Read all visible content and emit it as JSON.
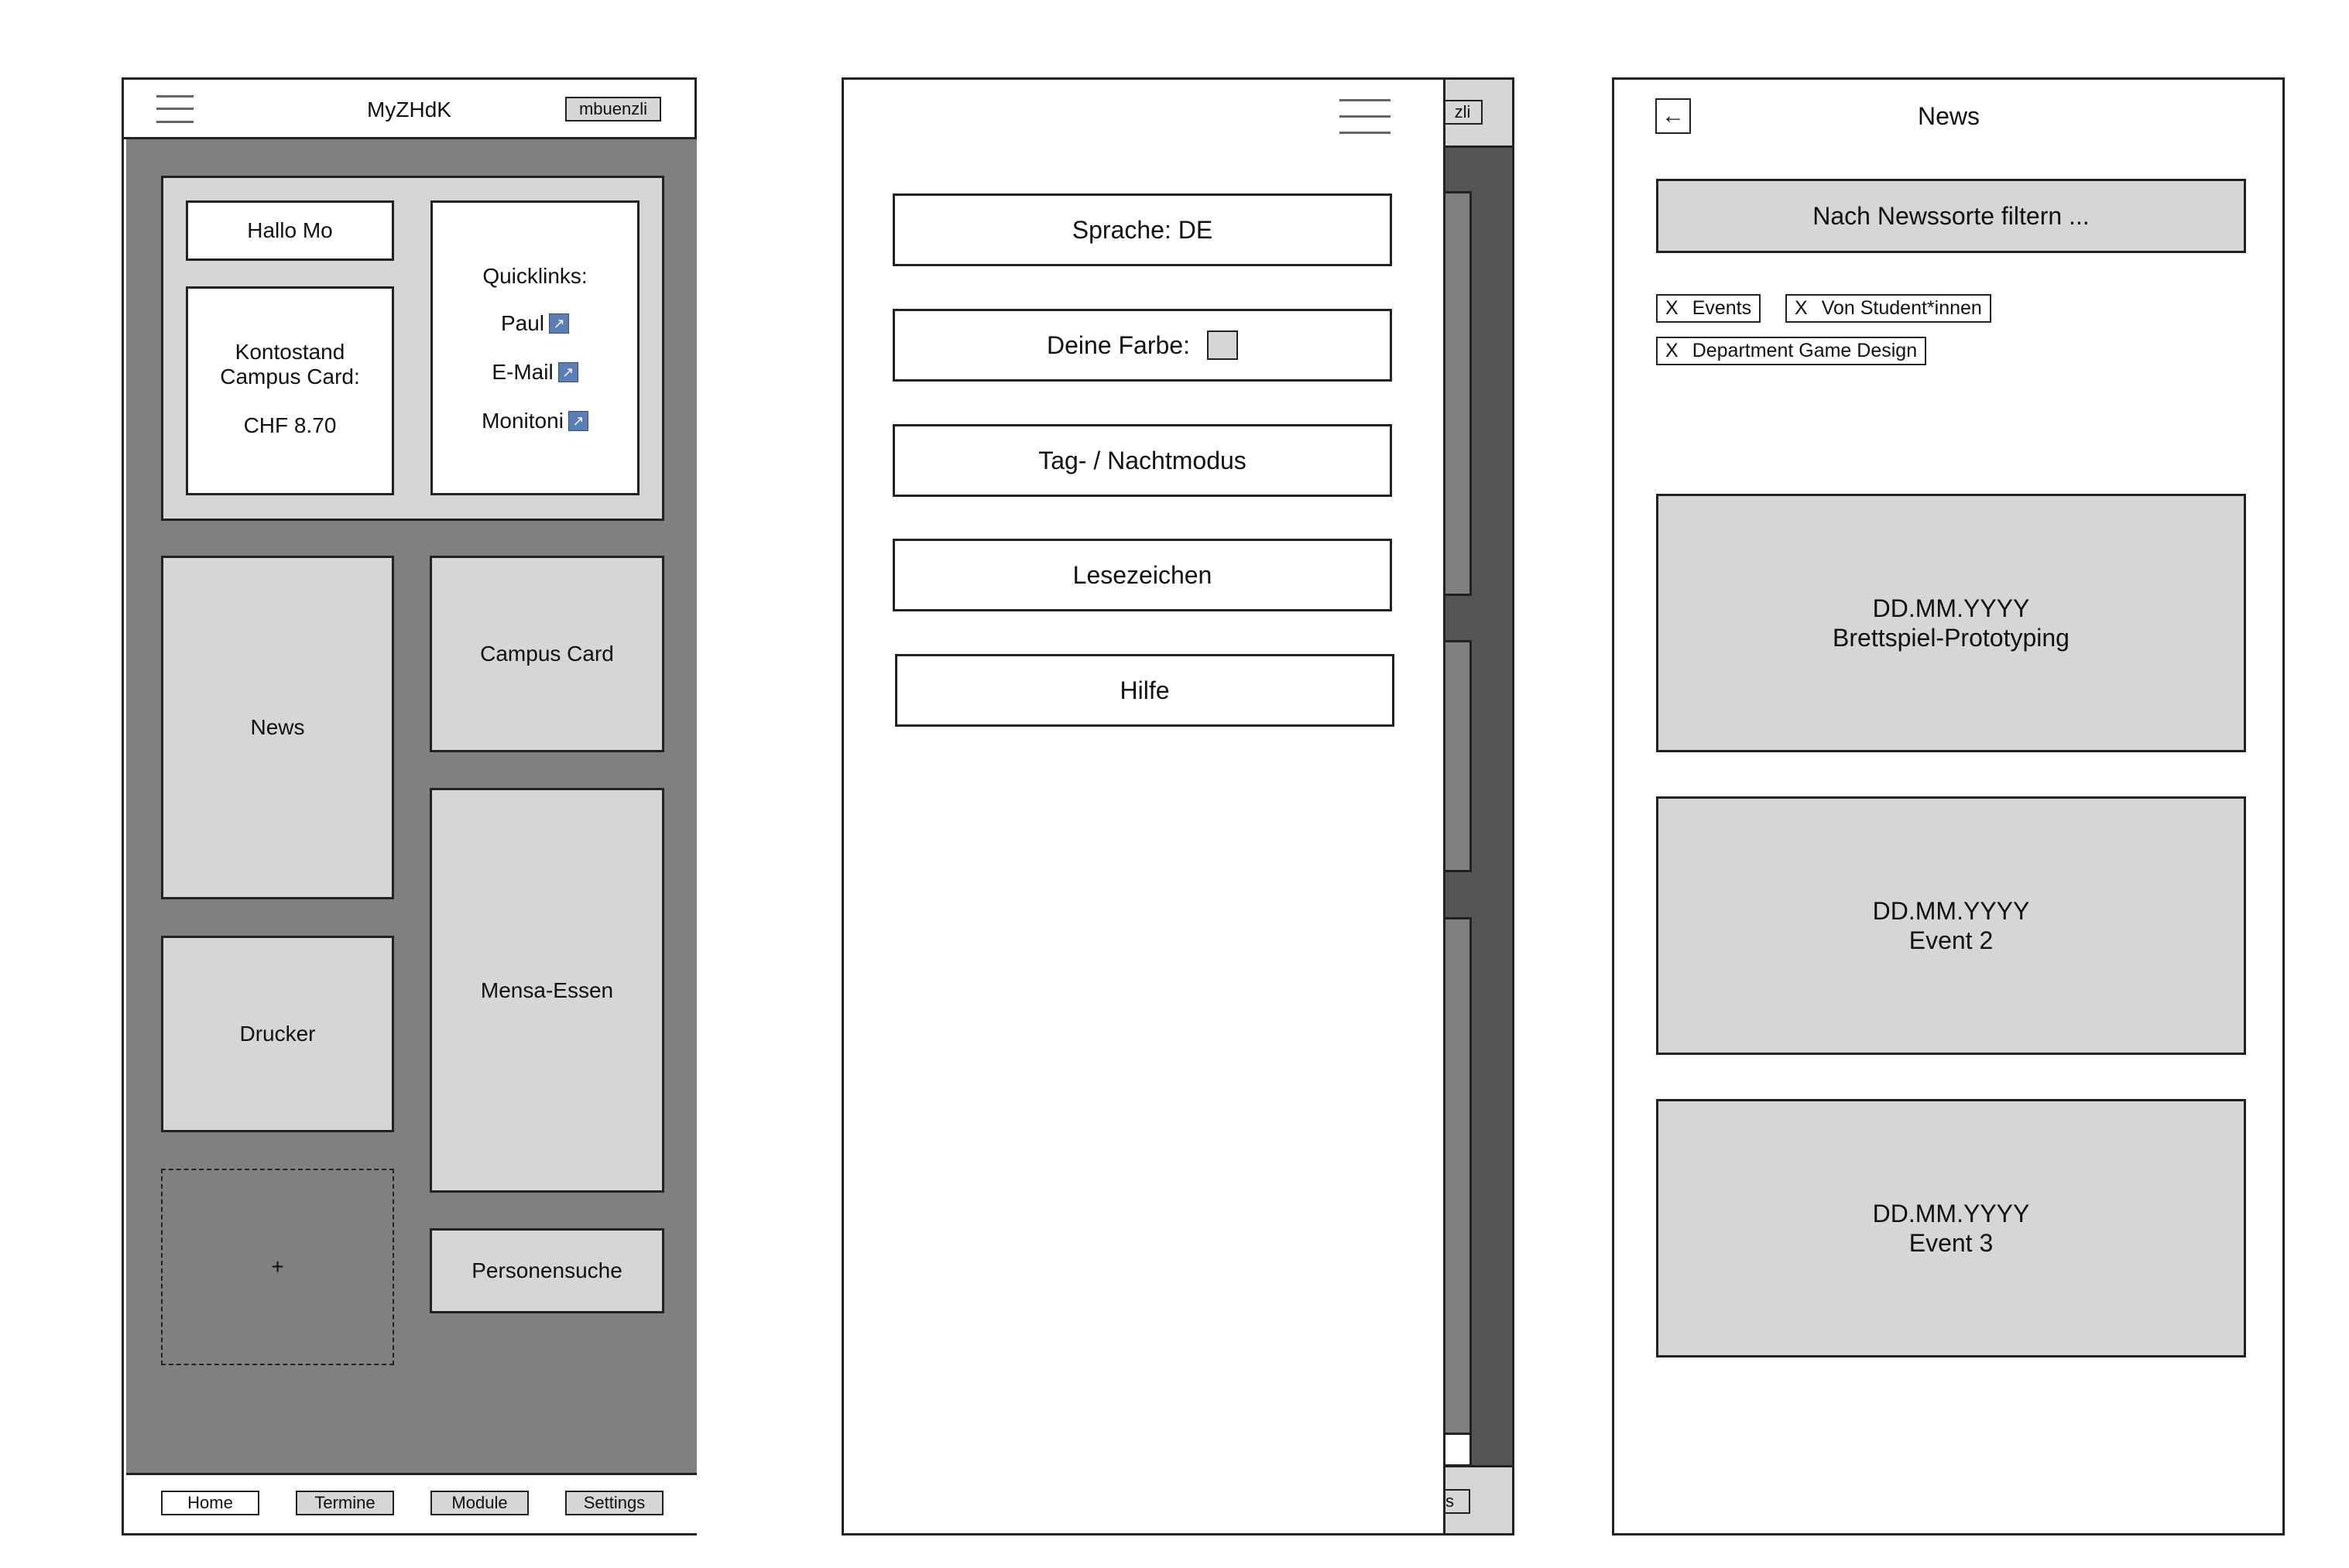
{
  "home_screen": {
    "title": "MyZHdK",
    "user_badge": "mbuenzli",
    "greeting": "Hallo Mo",
    "balance_label": "Kontostand\nCampus Card:",
    "balance_value": "CHF 8.70",
    "quicklinks_title": "Quicklinks:",
    "quicklinks": [
      "Paul",
      "E-Mail",
      "Monitoni"
    ],
    "tiles": {
      "news": "News",
      "campus_card": "Campus Card",
      "mensa": "Mensa-Essen",
      "drucker": "Drucker",
      "add": "+",
      "personensuche": "Personensuche"
    },
    "footer_tabs": [
      "Home",
      "Termine",
      "Module",
      "Settings"
    ]
  },
  "menu_screen": {
    "items": [
      "Sprache: DE",
      "Deine Farbe:",
      "Tag- / Nachtmodus",
      "Lesezeichen",
      "Hilfe"
    ],
    "peek_badge_fragment": "zli",
    "peek_footer_fragment": "s"
  },
  "news_screen": {
    "title": "News",
    "filter_button": "Nach Newssorte filtern ...",
    "chips": [
      "Events",
      "Von Student*innen",
      "Department Game Design"
    ],
    "chip_remove": "X",
    "cards": [
      {
        "date": "DD.MM.YYYY",
        "title": "Brettspiel-Prototyping"
      },
      {
        "date": "DD.MM.YYYY",
        "title": "Event 2"
      },
      {
        "date": "DD.MM.YYYY",
        "title": "Event 3"
      }
    ]
  }
}
